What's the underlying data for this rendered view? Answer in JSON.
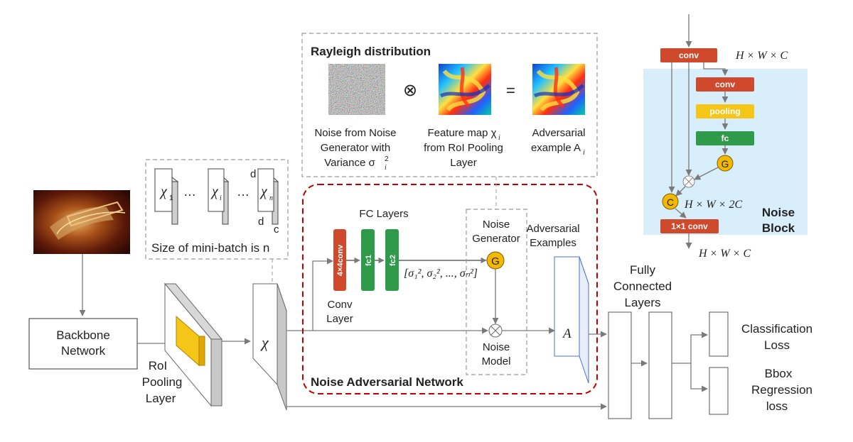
{
  "colors": {
    "arrow": "#7a7a7a",
    "dashed_box": "#999999",
    "nan_border": "#c00000",
    "conv_block": "#cf4a2c",
    "fc_block": "#2e9a4a",
    "pool_block": "#f5c518",
    "g_circle": "#f5b800",
    "panel_bg": "#d8eefa",
    "adv_feature": "#4a73c7"
  },
  "icons": [
    "input-sonar-image",
    "noise-map-image",
    "feature-map-image",
    "adversarial-map-image",
    "otimes-symbol",
    "generator-circle"
  ],
  "rayleigh": {
    "title": "Rayleigh distribution",
    "otimes": "⊗",
    "equals": "=",
    "noise_caption": [
      "Noise from Noise",
      "Generator with",
      "Variance σ",
      "i",
      "2"
    ],
    "feature_caption": [
      "Feature map χ",
      "i",
      "from RoI Pooling",
      "Layer"
    ],
    "adv_caption": [
      "Adversarial",
      "example A",
      "i"
    ]
  },
  "minibatch": {
    "chi": "χ",
    "sub1": "1",
    "subi": "i",
    "subn": "n",
    "dots": "…",
    "d_top": "d",
    "d_bottom": "d",
    "c": "c",
    "caption": "Size of mini-batch is n"
  },
  "main": {
    "backbone": [
      "Backbone",
      "Network"
    ],
    "roi": [
      "RoI",
      "Pooling",
      "Layer"
    ],
    "chi": "χ",
    "conv_block": "4×4conv",
    "conv_layer": [
      "Conv",
      "Layer"
    ],
    "fc_layers": "FC Layers",
    "fc1": "fc1",
    "fc2": "fc2",
    "sigma_vector": "[σ₁², σ₂², ..., σₙ²]",
    "noise_generator": [
      "Noise",
      "Generator"
    ],
    "g": "G",
    "noise_model": [
      "Noise",
      "Model"
    ],
    "adv_examples": [
      "Adversarial",
      "Examples"
    ],
    "a": "A",
    "nan_title": "Noise Adversarial Network",
    "fully_connected": [
      "Fully",
      "Connected",
      "Layers"
    ],
    "cls_loss": [
      "Classification",
      "Loss"
    ],
    "bbox_loss": [
      "Bbox",
      "Regression",
      "loss"
    ]
  },
  "noise_block": {
    "conv_top": "conv",
    "conv": "conv",
    "pooling": "pooling",
    "fc": "fc",
    "g": "G",
    "c": "C",
    "conv_1x1": "1×1 conv",
    "dim_in": "H × W × C",
    "dim_mid": "H × W × 2C",
    "dim_out": "H × W × C",
    "title": [
      "Noise",
      "Block"
    ]
  }
}
